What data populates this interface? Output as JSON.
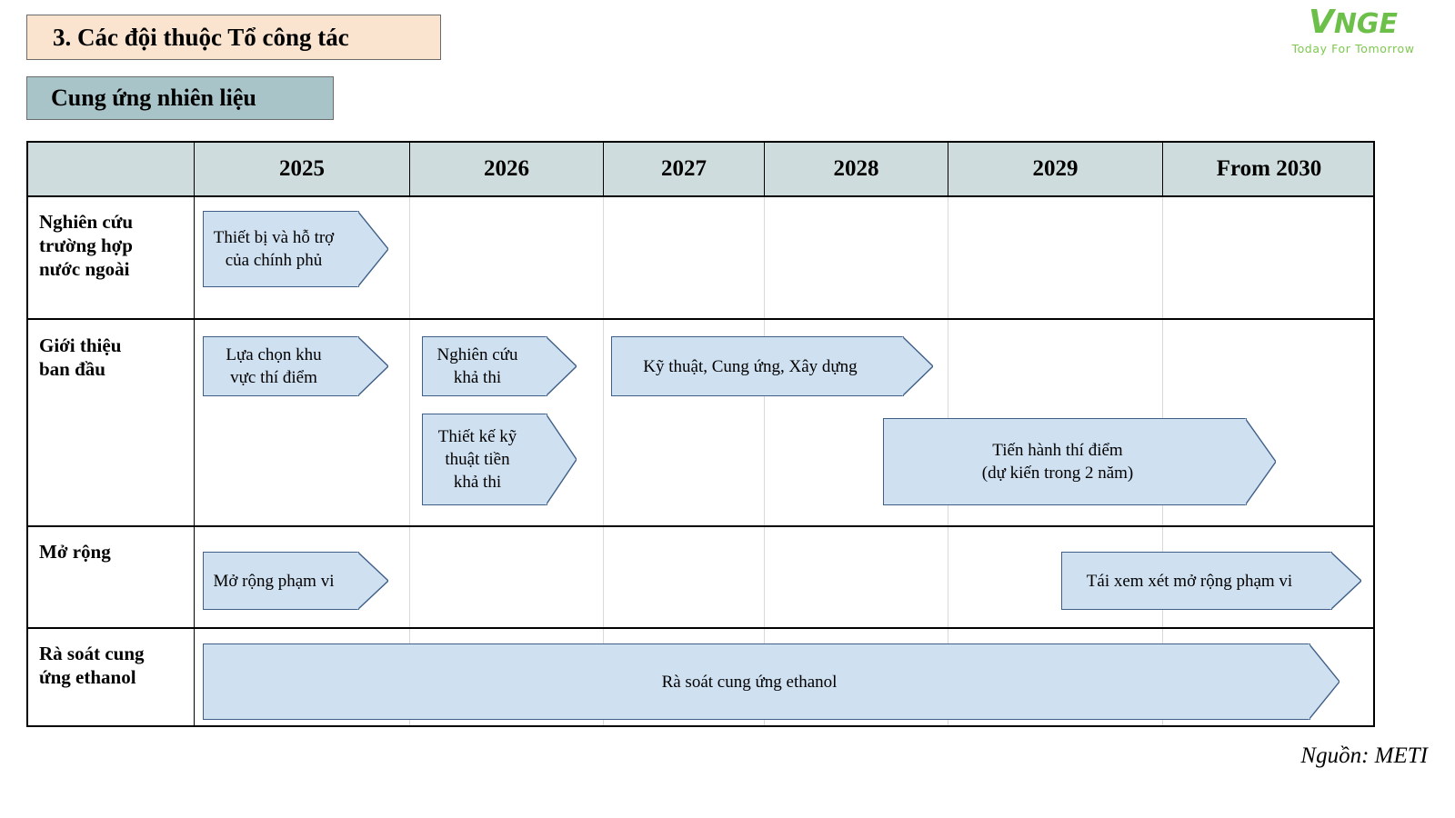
{
  "header": {
    "title": "3. Các đội thuộc Tổ công tác",
    "subtitle": "Cung ứng nhiên liệu"
  },
  "logo": {
    "mark_v": "V",
    "mark_rest": "NGE",
    "tagline": "Today For Tomorrow",
    "color": "#6cc04a"
  },
  "chart_data": {
    "type": "table",
    "title": "Cung ứng nhiên liệu",
    "columns": [
      "",
      "2025",
      "2026",
      "2027",
      "2028",
      "2029",
      "From 2030"
    ],
    "rows": [
      {
        "label": "Nghiên cứu trường hợp nước ngoài",
        "bars": [
          {
            "text": "Thiết bị và hỗ trợ của chính phủ",
            "start": "2025",
            "end": "2025"
          }
        ]
      },
      {
        "label": "Giới thiệu ban đầu",
        "bars": [
          {
            "text": "Lựa chọn khu vực thí điểm",
            "start": "2025",
            "end": "2025"
          },
          {
            "text": "Nghiên cứu khả thi",
            "start": "2026",
            "end": "2026"
          },
          {
            "text": "Kỹ thuật, Cung ứng, Xây dựng",
            "start": "2027",
            "end": "2028"
          },
          {
            "text": "Thiết kế kỹ thuật tiền khả thi",
            "start": "2026",
            "end": "2026"
          },
          {
            "text": "Tiến hành thí điểm\n(dự kiến trong 2 năm)",
            "start": "2029",
            "end": "From 2030"
          }
        ]
      },
      {
        "label": "Mở rộng",
        "bars": [
          {
            "text": "Mở rộng phạm vi",
            "start": "2025",
            "end": "2025"
          },
          {
            "text": "Tái xem xét mở rộng phạm vi",
            "start": "2029",
            "end": "From 2030"
          }
        ]
      },
      {
        "label": "Rà soát cung ứng ethanol",
        "bars": [
          {
            "text": "Rà soát cung ứng ethanol",
            "start": "2025",
            "end": "From 2030"
          }
        ]
      }
    ],
    "colors": {
      "bar_fill": "#cfe0f1",
      "bar_border": "#3f5f86",
      "header_fill": "#cfdcdd",
      "title_fill": "#fae3cf",
      "subtitle_fill": "#a8c4c9"
    }
  },
  "bars": {
    "r1b1": "Thiết bị và hỗ trợ của chính phủ",
    "r2b1": "Lựa chọn khu vực thí điểm",
    "r2b2": "Nghiên cứu khả thi",
    "r2b3": "Kỹ thuật, Cung ứng, Xây dựng",
    "r2b4": "Thiết kế kỹ thuật tiền khả thi",
    "r2b5_line1": "Tiến hành thí điểm",
    "r2b5_line2": "(dự kiến trong 2 năm)",
    "r3b1": "Mở rộng phạm vi",
    "r3b2": "Tái xem xét mở rộng phạm vi",
    "r4b1": "Rà soát cung ứng ethanol"
  },
  "row_labels": {
    "r1_l1": "Nghiên cứu",
    "r1_l2": "trường hợp",
    "r1_l3": "nước ngoài",
    "r2_l1": "Giới thiệu",
    "r2_l2": "ban đầu",
    "r3_l1": "Mở rộng",
    "r4_l1": "Rà soát cung",
    "r4_l2": "ứng ethanol"
  },
  "columns": {
    "c0": "",
    "c1": "2025",
    "c2": "2026",
    "c3": "2027",
    "c4": "2028",
    "c5": "2029",
    "c6": "From 2030"
  },
  "footer": {
    "source": "Nguồn: METI"
  }
}
